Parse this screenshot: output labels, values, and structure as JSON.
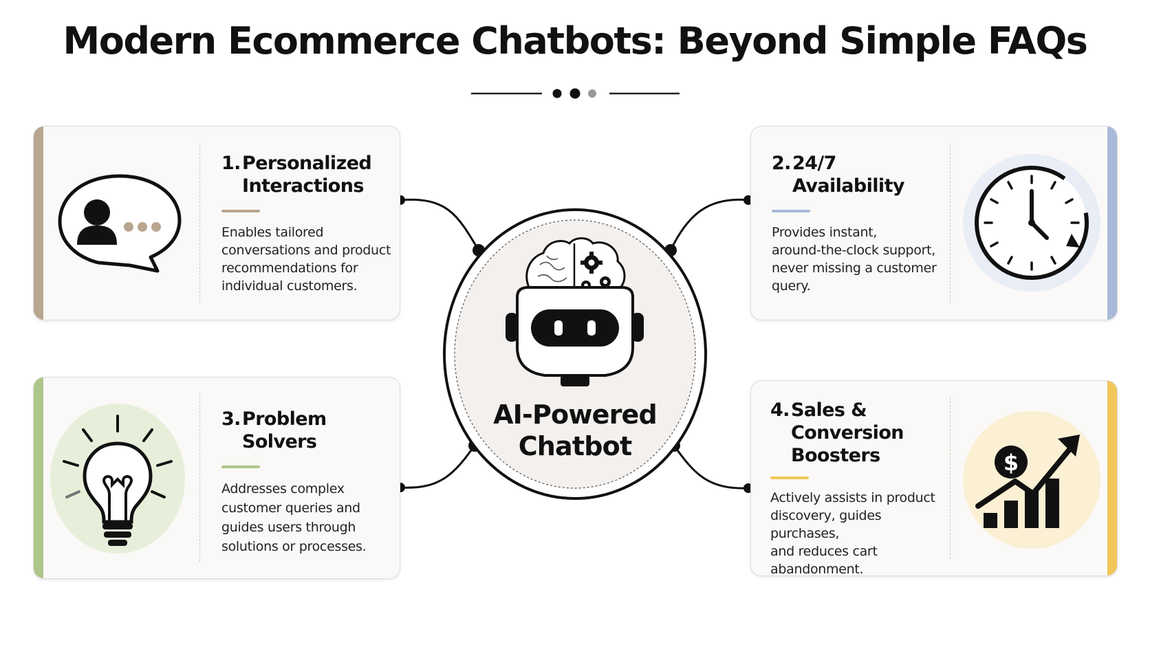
{
  "title": "Modern Ecommerce Chatbots: Beyond Simple FAQs",
  "center": {
    "line1": "AI-Powered",
    "line2": "Chatbot"
  },
  "colors": {
    "tan": "#b9a690",
    "blue": "#a9b9d9",
    "green": "#aec68a",
    "yellow": "#f2c75a",
    "dark": "#111111"
  },
  "cards": [
    {
      "num": "1.",
      "heading_lines": [
        "Personalized",
        "Interactions"
      ],
      "body_lines": [
        "Enables tailored",
        "conversations and product",
        "recommendations for",
        "individual customers."
      ],
      "icon": "chat-bubble-user-icon",
      "accent": "#b9a690"
    },
    {
      "num": "2.",
      "heading_lines": [
        "24/7",
        "Availability"
      ],
      "body_lines": [
        "Provides instant,",
        "around-the-clock support,",
        "never missing a customer",
        "query."
      ],
      "icon": "clock-icon",
      "accent": "#a9b9d9"
    },
    {
      "num": "3.",
      "heading_lines": [
        "Problem",
        "Solvers"
      ],
      "body_lines": [
        "Addresses complex",
        "customer queries and",
        "guides users through",
        "solutions or processes."
      ],
      "icon": "lightbulb-icon",
      "accent": "#aec68a"
    },
    {
      "num": "4.",
      "heading_lines": [
        "Sales &",
        "Conversion",
        "Boosters"
      ],
      "body_lines": [
        "Actively assists in product",
        "discovery, guides purchases,",
        "and reduces cart",
        "abandonment."
      ],
      "icon": "sales-growth-chart-icon",
      "accent": "#f2c75a"
    }
  ]
}
